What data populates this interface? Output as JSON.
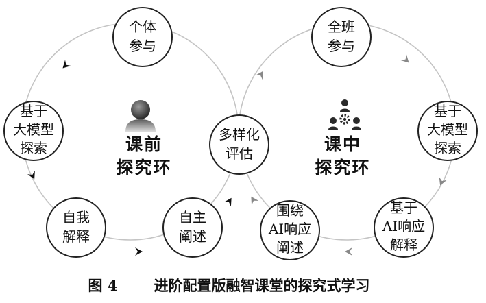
{
  "left_loop": {
    "title_lines": [
      "课前",
      "探究环"
    ],
    "icon": "person-icon",
    "nodes": {
      "individual": [
        "个体",
        "参与"
      ],
      "llm_explore": [
        "基于",
        "大模型",
        "探索"
      ],
      "self_explain": [
        "自我",
        "解释"
      ],
      "self_elaborate": [
        "自主",
        "阐述"
      ]
    }
  },
  "right_loop": {
    "title_lines": [
      "课中",
      "探究环"
    ],
    "icon": "group-gear-icon",
    "nodes": {
      "whole_class": [
        "全班",
        "参与"
      ],
      "llm_explore": [
        "基于",
        "大模型",
        "探索"
      ],
      "ai_explain": [
        "基于",
        "AI响应",
        "解释"
      ],
      "ai_elaborate": [
        "围绕",
        "AI响应",
        "阐述"
      ]
    }
  },
  "shared_node": [
    "多样化",
    "评估"
  ],
  "caption": {
    "label": "图 4",
    "text": "进阶配置版融智课堂的探究式学习"
  },
  "colors": {
    "left_arrow": "#111111",
    "right_arrow": "#888888",
    "loop_line": "#c4c4c4",
    "node_border": "#222222"
  }
}
